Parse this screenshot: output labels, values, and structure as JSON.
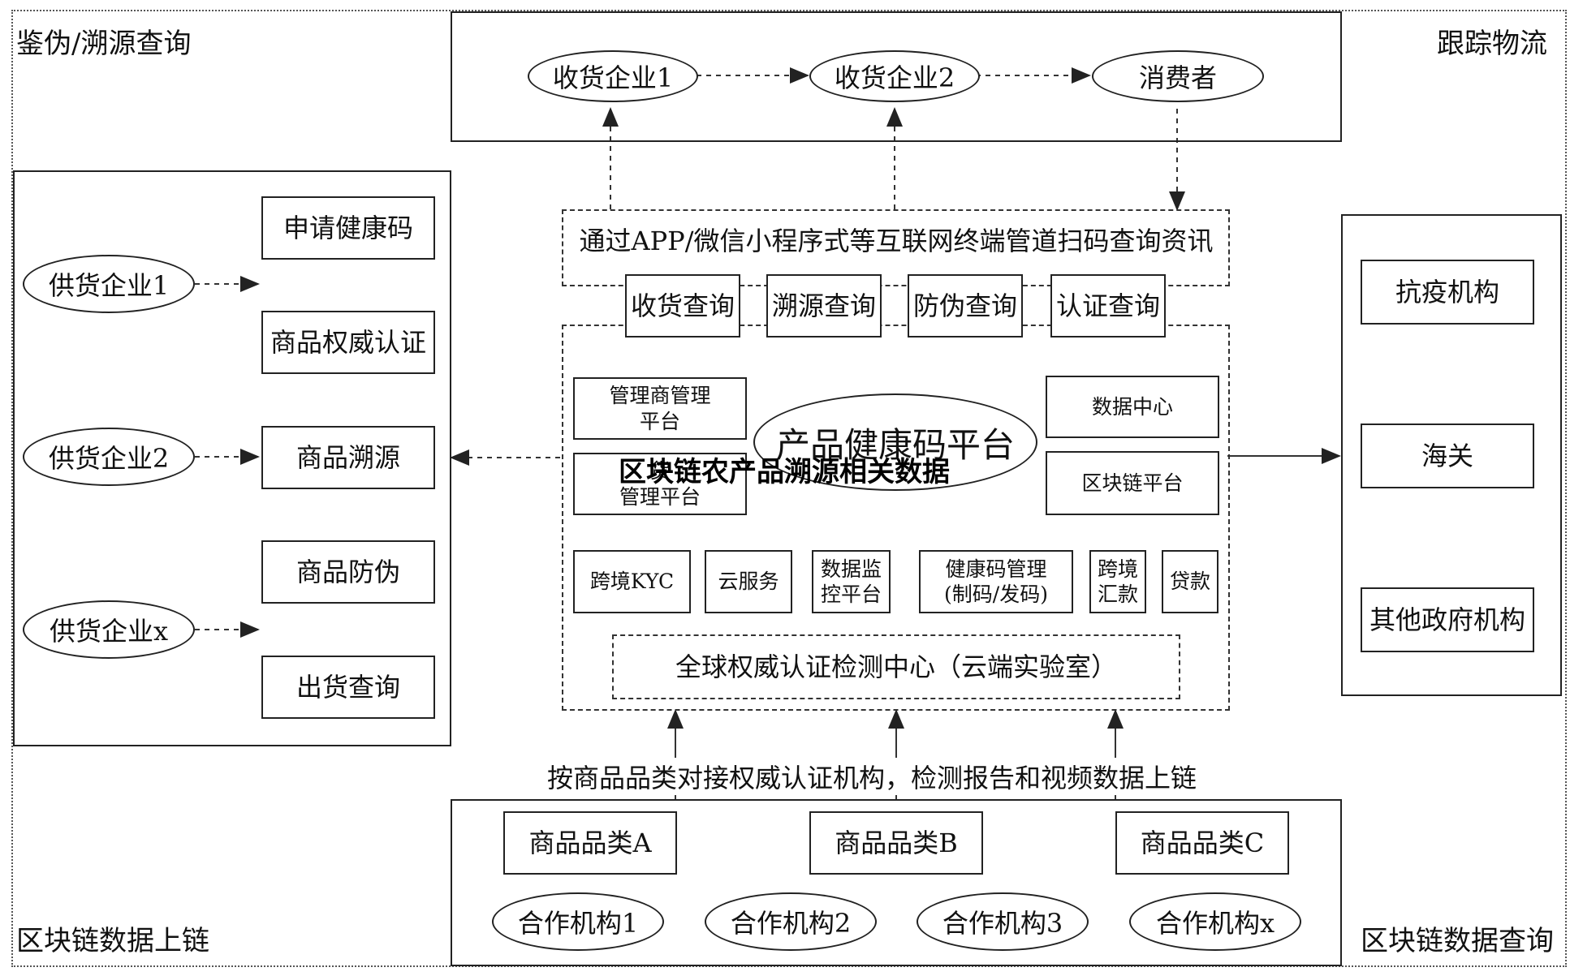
{
  "corners": {
    "top_left": "鉴伪/溯源查询",
    "top_right": "跟踪物流",
    "bottom_left": "区块链数据上链",
    "bottom_right": "区块链数据查询"
  },
  "top_chain": [
    "收货企业1",
    "收货企业2",
    "消费者"
  ],
  "channel_label": "通过APP/微信小程序式等互联网终端管道扫码查询资讯",
  "query_buttons": [
    "收货查询",
    "溯源查询",
    "防伪查询",
    "认证查询"
  ],
  "platform": {
    "center_title": "产品健康码平台",
    "left_boxes": [
      "管理商管理\n平台",
      "货\n管理平台"
    ],
    "right_boxes": [
      "数据中心",
      "区块链平台"
    ],
    "services": [
      "跨境KYC",
      "云服务",
      "数据监\n控平台",
      "健康码管理\n(制码/发码)",
      "跨境\n汇款",
      "贷款"
    ],
    "lab": "全球权威认证检测中心（云端实验室）"
  },
  "overlay_title": "区块链农产品溯源相关数据",
  "left_panel": {
    "suppliers": [
      "供货企业1",
      "供货企业2",
      "供货企业x"
    ],
    "functions": [
      "申请健康码",
      "商品权威认证",
      "商品溯源",
      "商品防伪",
      "出货查询"
    ]
  },
  "right_panel": [
    "抗疫机构",
    "海关",
    "其他政府机构"
  ],
  "bottom_caption": "按商品品类对接权威认证机构，检测报告和视频数据上链",
  "categories": [
    "商品品类A",
    "商品品类B",
    "商品品类C"
  ],
  "partners": [
    "合作机构1",
    "合作机构2",
    "合作机构3",
    "合作机构x"
  ]
}
